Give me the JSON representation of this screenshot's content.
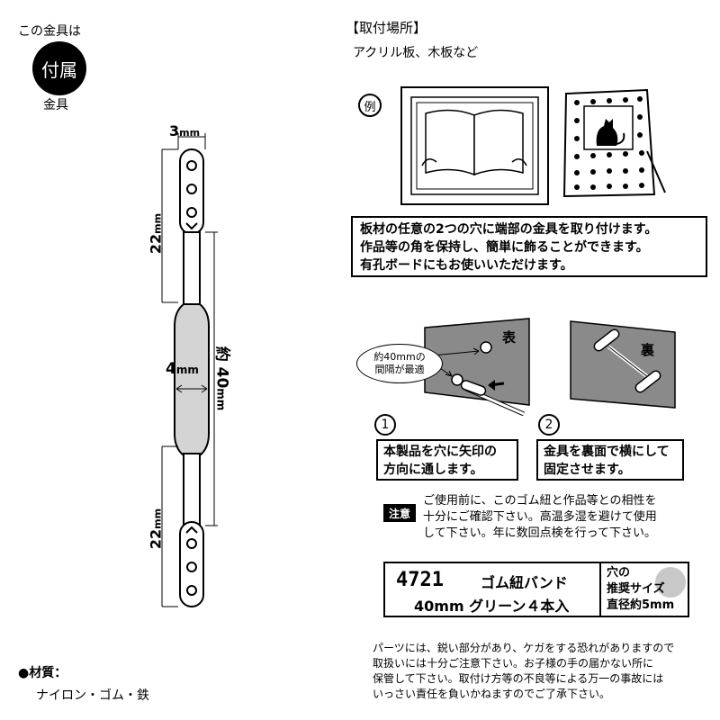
{
  "left": {
    "included_caption_top": "この金具は",
    "included_badge": "付属",
    "included_caption_bottom": "金具",
    "dim_width_top": "3",
    "dim_width_top_unit": "mm",
    "dim_upper_len": "22",
    "dim_upper_len_unit": "mm",
    "dim_mid_width": "4",
    "dim_mid_width_unit": "mm",
    "dim_mid_len": "約 40",
    "dim_mid_len_unit": "mm",
    "dim_lower_len": "22",
    "dim_lower_len_unit": "mm",
    "material_heading": "●材質：",
    "material_value": "ナイロン・ゴム・鉄"
  },
  "right": {
    "section_title": "【取付場所】",
    "locations": "アクリル板、木板など",
    "example_label": "例",
    "description": [
      "板材の任意の2つの穴に端部の金具を取り付けます。",
      "作品等の角を保持し、簡単に飾ることができます。",
      "有孔ボードにもお使いいただけます。"
    ],
    "spacing_note_line1": "約40mmの",
    "spacing_note_line2": "間隔が最適",
    "front_label": "表",
    "back_label": "裏",
    "step1_number": "1",
    "step1_text_line1": "本製品を穴に矢印の",
    "step1_text_line2": "方向に通します。",
    "step2_number": "2",
    "step2_text_line1": "金具を裏面で横にして",
    "step2_text_line2": "固定させます。",
    "caution_badge": "注意",
    "caution_text": [
      "ご使用前に、このゴム紐と作品等との相性を",
      "十分にご確認下さい。高温多湿を避けて使用",
      "して下さい。年に数回点検を行って下さい。"
    ],
    "product_number": "4721",
    "product_name": "ゴム紐バンド",
    "product_spec": "40mm グリーン４本入",
    "hole_line1": "穴の",
    "hole_line2": "推奨サイズ",
    "hole_line3": "直径約5mm",
    "warning_text": [
      "パーツには、鋭い部分があり、ケガをする恐れがありますので",
      "取扱いには十分ご注意下さい。お子様の手の届かない所に",
      "保管して下さい。取付け方等の不良等による万一の事故には",
      "いっさい責任を負いかねますのでご了承下さい。"
    ]
  },
  "colors": {
    "rubber_band": "#d4d4d4",
    "board": "#8a8a8a",
    "hole_circle": "#c8c8c8",
    "badge_bg": "#000000",
    "badge_text": "#ffffff"
  }
}
